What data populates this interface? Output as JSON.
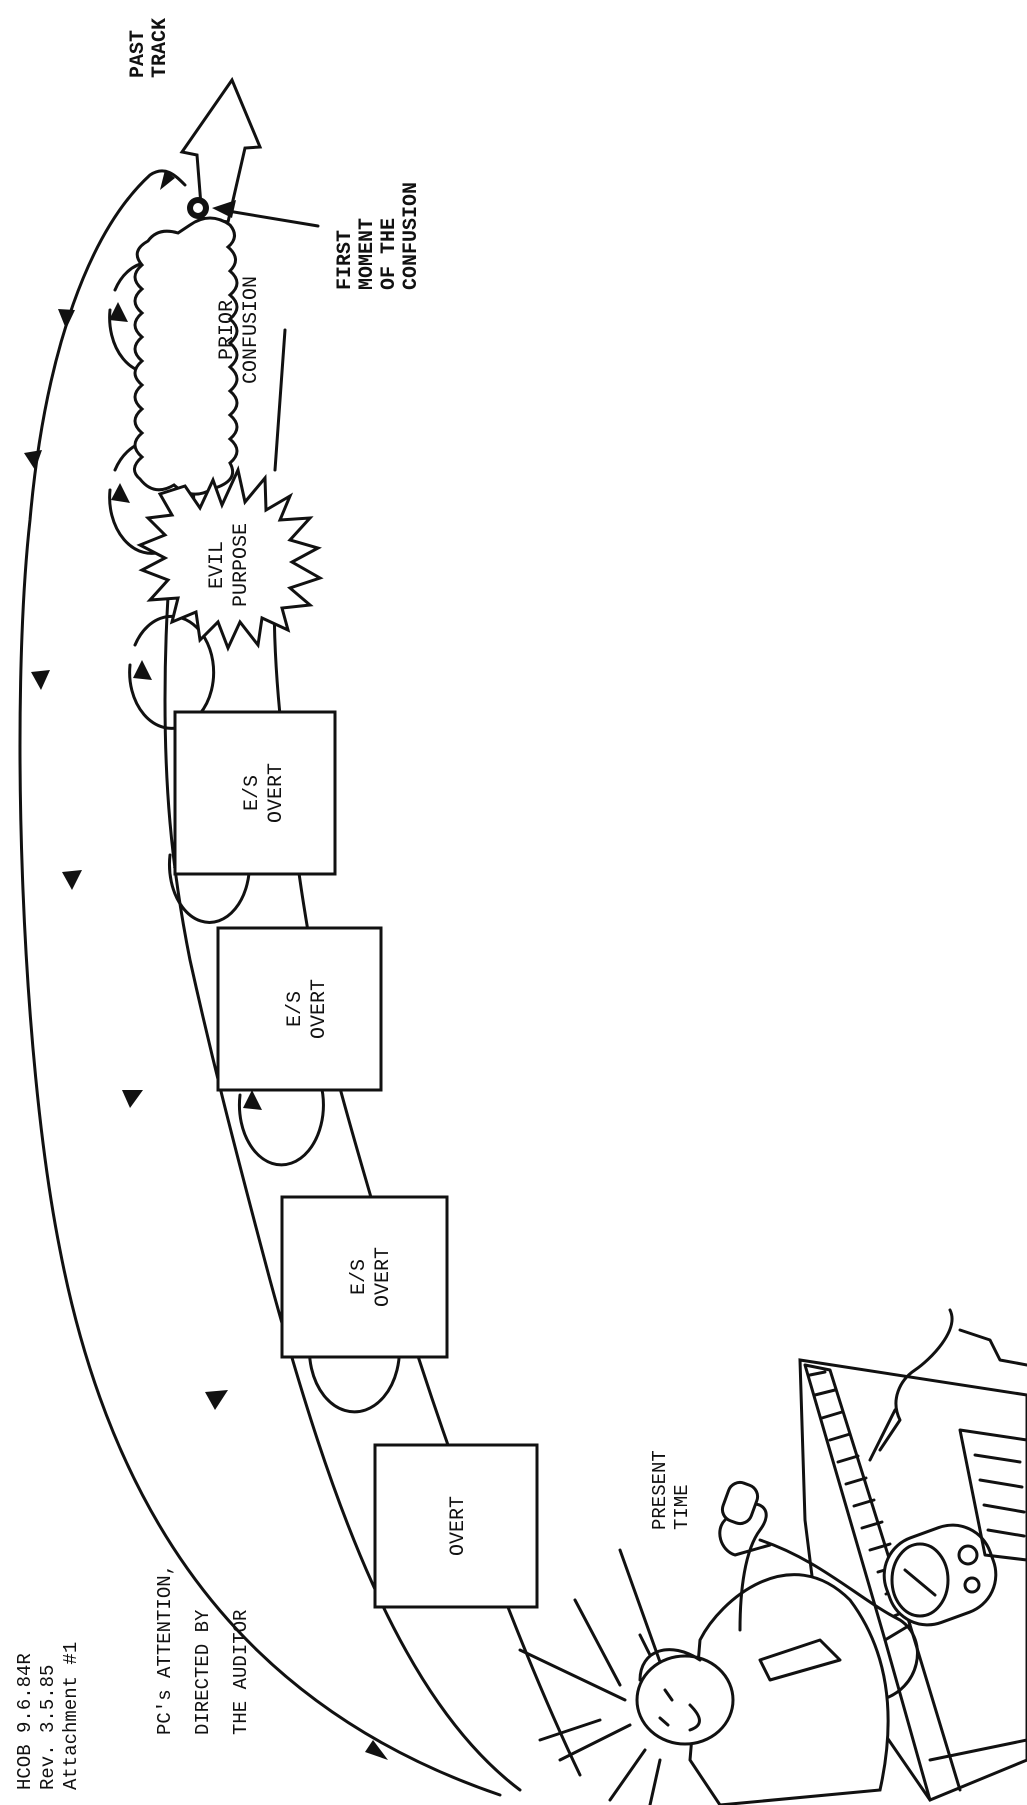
{
  "header": {
    "lines": [
      "HCOB 9.6.84R",
      "Rev. 3.5.85",
      "Attachment #1"
    ]
  },
  "attention_label": {
    "lines": [
      "PC's ATTENTION,",
      "DIRECTED BY",
      "THE AUDITOR"
    ]
  },
  "present_time_label": {
    "lines": [
      "PRESENT",
      "TIME"
    ]
  },
  "past_track_label": {
    "lines": [
      "PAST",
      "TRACK"
    ]
  },
  "first_moment_label": {
    "lines": [
      "FIRST",
      "MOMENT",
      "OF THE",
      "CONFUSION"
    ]
  },
  "incidents": [
    {
      "lines": [
        "OVERT"
      ]
    },
    {
      "lines": [
        "E/S",
        "OVERT"
      ]
    },
    {
      "lines": [
        "E/S",
        "OVERT"
      ]
    },
    {
      "lines": [
        "E/S",
        "OVERT"
      ]
    }
  ],
  "evil_purpose": {
    "lines": [
      "EVIL",
      "PURPOSE"
    ]
  },
  "prior_confusion": {
    "lines": [
      "PRIOR",
      "CONFUSION"
    ]
  },
  "illustration": {
    "icon": "auditor-with-e-meter-illustration"
  }
}
